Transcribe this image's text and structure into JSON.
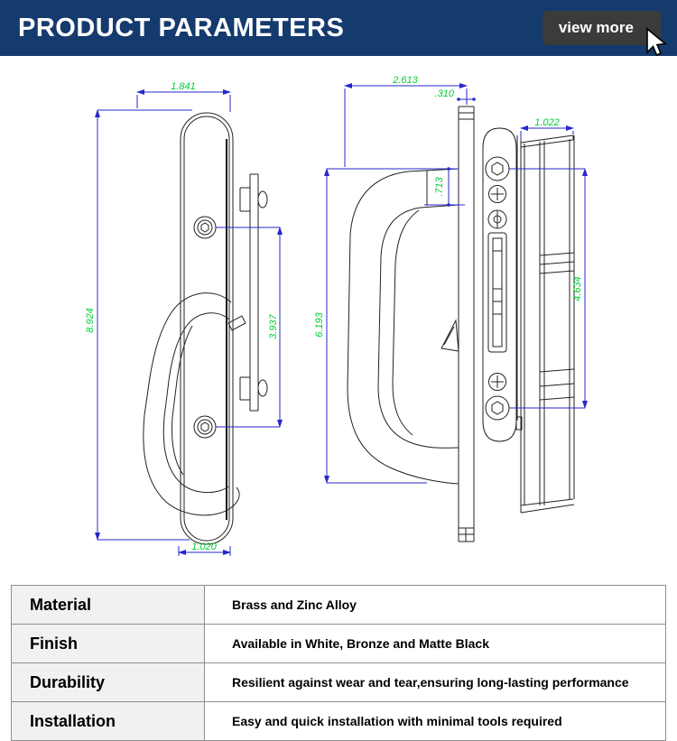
{
  "header": {
    "title": "PRODUCT PARAMETERS",
    "view_more_label": "view more",
    "cursor_icon": "mouse-pointer"
  },
  "colors": {
    "header_bg": "#153a6e",
    "button_bg": "#3b3b3b",
    "dimension_line": "#2727cd",
    "dimension_text": "#00cc33",
    "table_label_bg": "#f1f1f1",
    "table_border": "#8f8f8f"
  },
  "drawing": {
    "views": {
      "handle_side": {
        "top_width": "1.841",
        "overall_height": "8.924",
        "screw_spacing": "3.937",
        "bottom_width": "1.020"
      },
      "handle_profile": {
        "top_width": "2.613",
        "stile_thickness": ".310",
        "arm_thickness": ".713",
        "overall_height": "6.193"
      },
      "keeper_plate": {
        "top_width": "1.022",
        "screw_spacing": "4.634"
      }
    }
  },
  "table": {
    "rows": [
      {
        "label": "Material",
        "value": "Brass and Zinc Alloy"
      },
      {
        "label": "Finish",
        "value": "Available in White, Bronze and Matte Black"
      },
      {
        "label": "Durability",
        "value": "Resilient against wear and tear,ensuring long-lasting performance"
      },
      {
        "label": "Installation",
        "value": "Easy and quick installation with minimal tools required"
      }
    ]
  }
}
